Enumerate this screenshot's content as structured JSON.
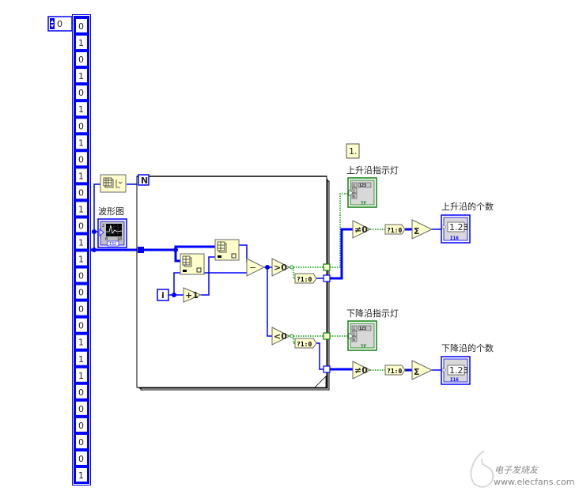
{
  "array_index": {
    "value": "0"
  },
  "array_values": [
    "0",
    "1",
    "0",
    "1",
    "0",
    "1",
    "0",
    "1",
    "0",
    "1",
    "0",
    "1",
    "0",
    "1",
    "1",
    "0",
    "0",
    "0",
    "0",
    "1",
    "1",
    "1",
    "0",
    "0",
    "0",
    "0",
    "0",
    "1"
  ],
  "waveform_label": "波形图",
  "waveform_terminal": {
    "left_scale": "2",
    "bottom_left": "0",
    "bottom_right": "10",
    "type": "I32"
  },
  "loop": {
    "count_label": "N",
    "index_label": "i"
  },
  "nodes": {
    "increment": "+1",
    "subtract": "−",
    "greater_zero": ">0",
    "less_zero": "<0",
    "not_equal_zero_top": "≠0",
    "not_equal_zero_bottom": "≠0",
    "bool_to_num_1": "?1:0",
    "bool_to_num_2": "?1:0",
    "bool_to_num_3": "?1:0",
    "bool_to_num_4": "?1:0",
    "sum_top": "Σ",
    "sum_bottom": "Σ"
  },
  "constant_label": "1.",
  "indicators": {
    "rising_led": {
      "label": "上升沿指示灯",
      "cells": [
        "i",
        "j",
        "k"
      ],
      "num": "123",
      "type": "TF"
    },
    "falling_led": {
      "label": "下降沿指示灯",
      "cells": [
        "i",
        "j",
        "k"
      ],
      "num": "123",
      "type": "TF"
    },
    "rising_count": {
      "label": "上升沿的个数",
      "value": "1.23",
      "type": "I16"
    },
    "falling_count": {
      "label": "下降沿的个数",
      "value": "1.23",
      "type": "I16"
    }
  },
  "watermark": {
    "title": "电子发烧友",
    "url": "www.elecfans.com"
  },
  "colors": {
    "wire_int": "#0000ff",
    "wire_bool": "#00a000",
    "node_fill": "#ffffcc",
    "bool_frame": "#108010"
  }
}
